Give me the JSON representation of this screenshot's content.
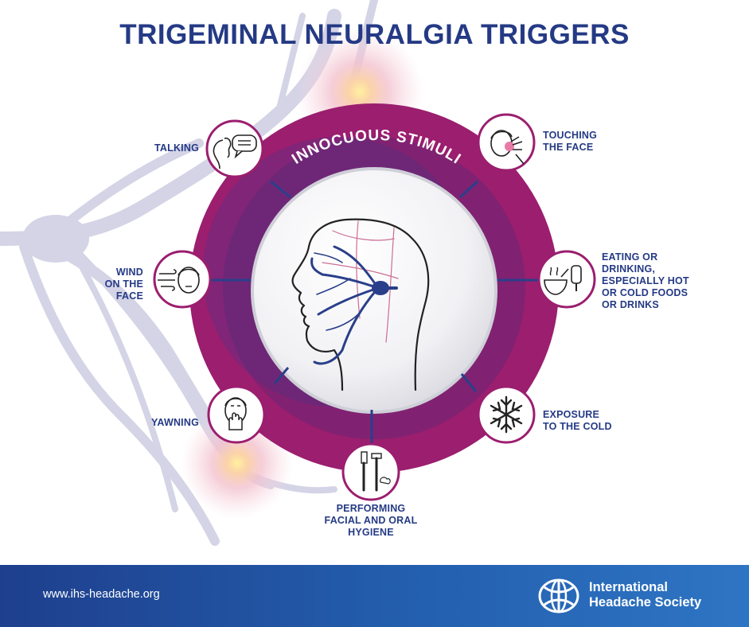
{
  "title": "TRIGEMINAL NEURALGIA TRIGGERS",
  "ring_label": "INNOCUOUS STIMULI",
  "triggers": [
    {
      "label": "TALKING",
      "icon": "talking-face-speech-bubble-icon"
    },
    {
      "label": "TOUCHING\nTHE FACE",
      "icon": "touching-face-icon"
    },
    {
      "label": "WIND\nON THE\nFACE",
      "icon": "wind-on-face-icon"
    },
    {
      "label": "EATING OR\nDRINKING,\nESPECIALLY HOT\nOR COLD FOODS\nOR DRINKS",
      "icon": "bowl-and-ice-pop-icon"
    },
    {
      "label": "YAWNING",
      "icon": "yawning-face-icon"
    },
    {
      "label": "EXPOSURE\nTO THE COLD",
      "icon": "snowflake-icon"
    },
    {
      "label": "PERFORMING\nFACIAL AND ORAL\nHYGIENE",
      "icon": "toothbrush-razor-icon"
    }
  ],
  "colors": {
    "navy": "#253a85",
    "ring_magenta": "#9b1e6f",
    "ring_purple": "#5a2a78",
    "nerve_lavender": "#cfcfe2"
  },
  "footer": {
    "url": "www.ihs-headache.org",
    "org_line1": "International",
    "org_line2": "Headache Society"
  }
}
